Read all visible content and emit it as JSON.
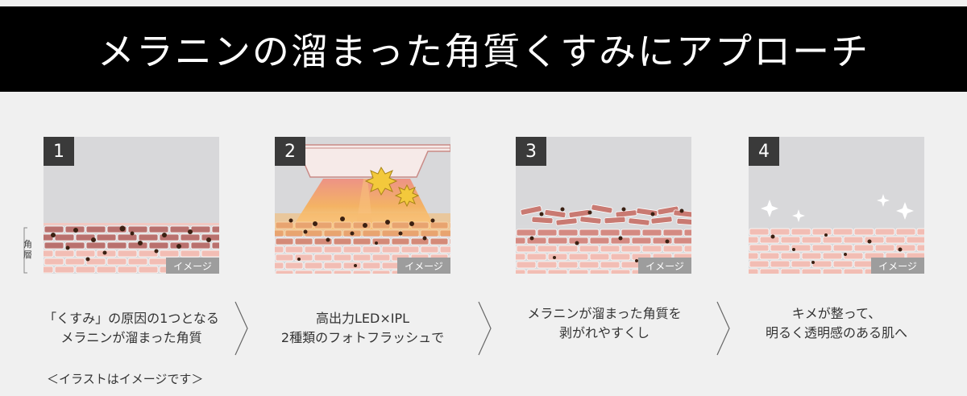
{
  "banner": {
    "title": "メラニンの溜まった角質くすみにアプローチ"
  },
  "layer_label": {
    "line1": "角",
    "line2": "層"
  },
  "steps": [
    {
      "number": "1",
      "image_label": "イメージ",
      "caption": [
        "「くすみ」の原因の1つとなる",
        "メラニンが溜まった角質"
      ]
    },
    {
      "number": "2",
      "image_label": "イメージ",
      "caption": [
        "高出力LED×IPL",
        "2種類のフォトフラッシュで"
      ]
    },
    {
      "number": "3",
      "image_label": "イメージ",
      "caption": [
        "メラニンが溜まった角質を",
        "剥がれやすくし"
      ]
    },
    {
      "number": "4",
      "image_label": "イメージ",
      "caption": [
        "キメが整って、",
        "明るく透明感のある肌へ"
      ]
    }
  ],
  "note": "＜イラストはイメージです＞",
  "colors": {
    "banner_bg": "#000000",
    "page_bg": "#f0f0f0",
    "dark_brick": "#b9716e",
    "light_brick": "#f2bdb4",
    "melanin": "#3b2012",
    "flash": "#f4a94c"
  }
}
